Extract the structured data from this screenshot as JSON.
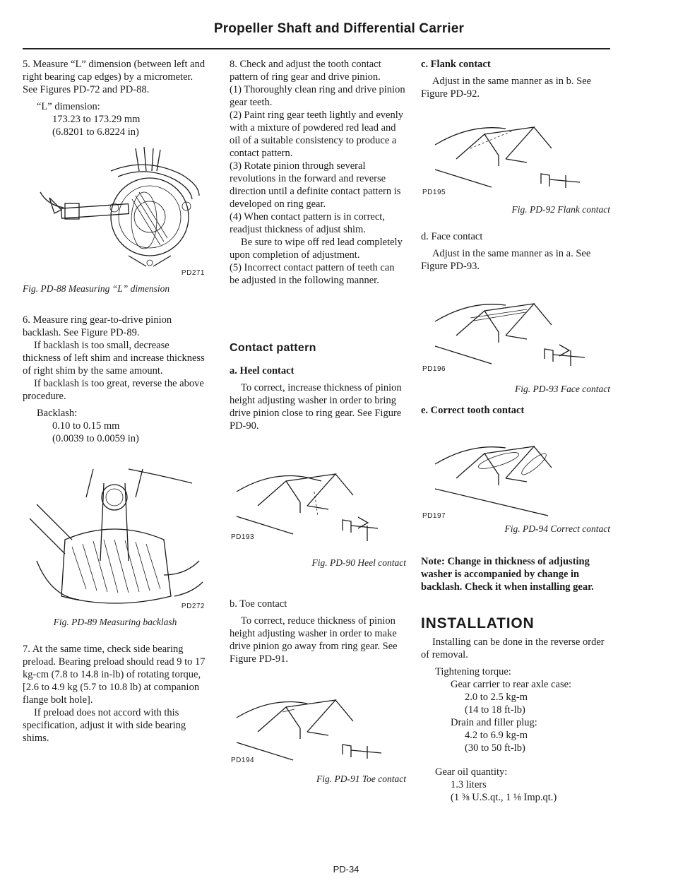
{
  "header": {
    "title": "Propeller Shaft and Differential Carrier"
  },
  "page_number": "PD-34",
  "col1": {
    "step5": "5. Measure “L” dimension (between left and right bearing cap edges) by a micrometer. See Figures PD-72 and PD-88.",
    "l_label": "“L” dimension:",
    "l_value1": "173.23 to 173.29 mm",
    "l_value2": "(6.8201 to 6.8224 in)",
    "fig88_code": "PD271",
    "fig88_caption": "Fig. PD-88 Measuring “L” dimension",
    "step6": "6. Measure ring gear-to-drive pinion backlash. See Figure PD-89.",
    "step6_p2": "If backlash is too small, decrease thickness of left shim and increase thickness of right shim by the same amount.",
    "step6_p3": "If backlash is too great, reverse the above procedure.",
    "backlash_label": "Backlash:",
    "backlash_value1": "0.10 to 0.15 mm",
    "backlash_value2": "(0.0039 to 0.0059 in)",
    "fig89_code": "PD272",
    "fig89_caption": "Fig. PD-89 Measuring backlash",
    "step7": "7. At the same time, check side bearing preload. Bearing preload should read 9 to 17 kg-cm (7.8 to 14.8 in-lb) of rotating torque, [2.6 to 4.9 kg (5.7 to 10.8 lb) at companion flange bolt hole].",
    "step7_p2": "If preload does not accord with this specification, adjust it with side bearing shims."
  },
  "col2": {
    "step8": "8. Check and adjust the tooth contact pattern of ring gear and drive pinion.",
    "s1": "(1) Thoroughly clean ring and drive pinion gear teeth.",
    "s2": "(2) Paint ring gear teeth lightly and evenly with a mixture of powdered red lead and oil of a suitable consistency to produce a contact pattern.",
    "s3": "(3) Rotate pinion through several revolutions in the forward and reverse direction until a definite contact pattern is developed on ring gear.",
    "s4": "(4) When contact pattern is in correct, readjust thickness of adjust shim.",
    "s4_p2": "Be sure to wipe off red lead completely upon completion of adjustment.",
    "s5": "(5) Incorrect contact pattern of teeth can be adjusted in the following manner.",
    "contact_heading": "Contact pattern",
    "heel_title": "a. Heel contact",
    "heel_text": "To correct, increase thickness of pinion height adjusting washer in order to bring drive pinion close to ring gear. See Figure PD-90.",
    "fig90_code": "PD193",
    "fig90_caption": "Fig. PD-90 Heel contact",
    "toe_title": "b. Toe contact",
    "toe_text": "To correct, reduce thickness of pinion height adjusting washer in order to make drive pinion go away from ring gear. See Figure PD-91.",
    "fig91_code": "PD194",
    "fig91_caption": "Fig. PD-91 Toe contact"
  },
  "col3": {
    "flank_title": "c. Flank contact",
    "flank_text": "Adjust in the same manner as in b. See Figure PD-92.",
    "fig92_code": "PD195",
    "fig92_caption": "Fig. PD-92 Flank contact",
    "face_title": "d. Face contact",
    "face_text": "Adjust in the same manner as in a. See Figure PD-93.",
    "fig93_code": "PD196",
    "fig93_caption": "Fig. PD-93 Face contact",
    "correct_title": "e. Correct tooth contact",
    "fig94_code": "PD197",
    "fig94_caption": "Fig. PD-94 Correct contact",
    "note": "Note: Change in thickness of adjusting washer is accompanied by change in backlash. Check it when installing gear.",
    "install_heading": "INSTALLATION",
    "install_text": "Installing can be done in the reverse order of removal.",
    "torque_label": "Tightening torque:",
    "torque_item1": "Gear carrier to rear axle case:",
    "torque_item1_v1": "2.0 to 2.5 kg-m",
    "torque_item1_v2": "(14 to 18 ft-lb)",
    "torque_item2": "Drain and filler plug:",
    "torque_item2_v1": "4.2 to 6.9 kg-m",
    "torque_item2_v2": "(30 to 50 ft-lb)",
    "oil_label": "Gear oil quantity:",
    "oil_v1": "1.3 liters",
    "oil_v2": "(1 ⅜ U.S.qt., 1 ⅛ Imp.qt.)"
  }
}
